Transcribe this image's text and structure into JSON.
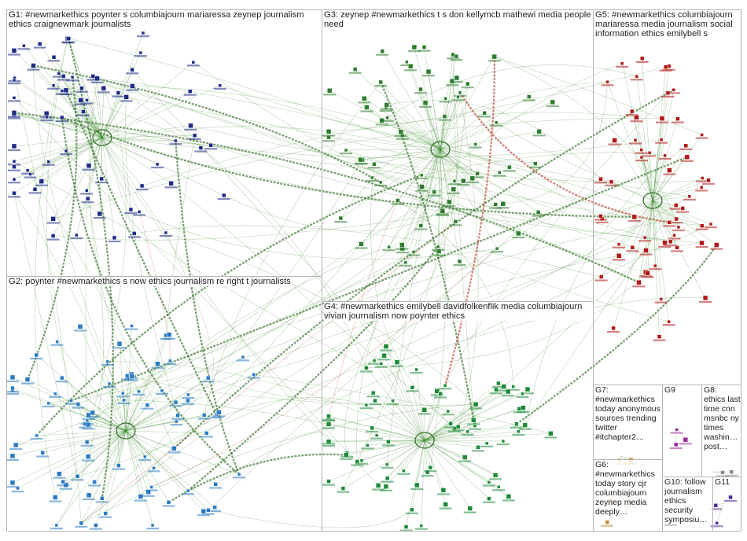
{
  "title": "",
  "colors": {
    "edge": "#3a8a2c",
    "edge_strong": "#2e6b22",
    "edge_red": "#c0392b",
    "border": "#b4b4b4",
    "background": "#ffffff"
  },
  "groups": [
    {
      "id": "G1",
      "label": "G1: #newmarkethics poynter s columbiajourn mariaressa zeynep journalism ethics craignewmark journalists",
      "color": "#1e2b86",
      "node_count": 70
    },
    {
      "id": "G3",
      "label": "G3: zeynep #newmarkethics t s don kellymcb mathewi media people need",
      "color": "#2f7d2f",
      "node_count": 75
    },
    {
      "id": "G5",
      "label": "G5: #newmarkethics columbiajourn mariaressa media journalism social information ethics emilybell s",
      "color": "#b01818",
      "node_count": 60
    },
    {
      "id": "G2",
      "label": "G2: poynter #newmarkethics s now ethics journalism re right t journalists",
      "color": "#2b7bc2",
      "node_count": 80
    },
    {
      "id": "G4",
      "label": "G4: #newmarkethics emilybell davidfolkenflik media columbiajourn vivian journalism now poynter ethics",
      "color": "#1f8a3a",
      "node_count": 75
    },
    {
      "id": "G7",
      "label": "G7: #newmarkethics today anonymous sources trending twitter #itchapter2…",
      "color": "#d48a2c",
      "node_count": 3
    },
    {
      "id": "G9",
      "label": "G9",
      "color": "#9a2a9a",
      "node_count": 3
    },
    {
      "id": "G8",
      "label": "G8: ethics last time cnn msnbc ny times washin… post…",
      "color": "#8a8a8a",
      "node_count": 2
    },
    {
      "id": "G6",
      "label": "G6: #newmarkethics today story cjr columbiajourn zeynep media deeply…",
      "color": "#c08a3a",
      "node_count": 3
    },
    {
      "id": "G10",
      "label": "G10: follow journalism ethics security symposiu…",
      "color": "#7a7a7a",
      "node_count": 1
    },
    {
      "id": "G11",
      "label": "G11",
      "color": "#4a2a9a",
      "node_count": 3
    }
  ]
}
